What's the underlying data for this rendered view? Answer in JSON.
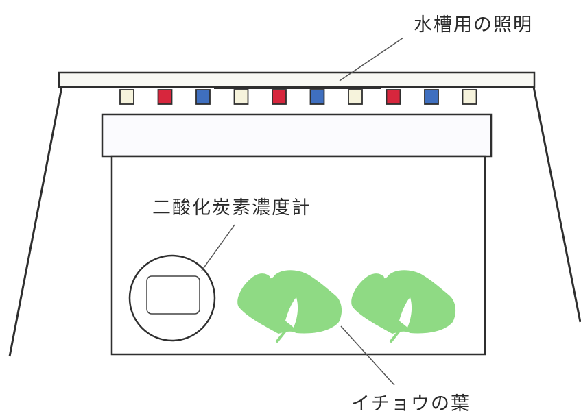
{
  "labels": {
    "light": "水槽用の照明",
    "co2_meter": "二酸化炭素濃度計",
    "leaves": "イチョウの葉"
  },
  "colors": {
    "line": "#2f2f2f",
    "light_bar_fill": "#f9f9f4",
    "box_fill": "#fbfbfe",
    "led_cream": "#f6f3dc",
    "led_red": "#d7263d",
    "led_blue": "#3f6fbf",
    "leaf": "#8fda84",
    "leaf_vein": "#ffffff"
  },
  "leds": [
    "cream",
    "red",
    "blue",
    "cream",
    "red",
    "blue",
    "cream",
    "red",
    "blue",
    "cream"
  ]
}
